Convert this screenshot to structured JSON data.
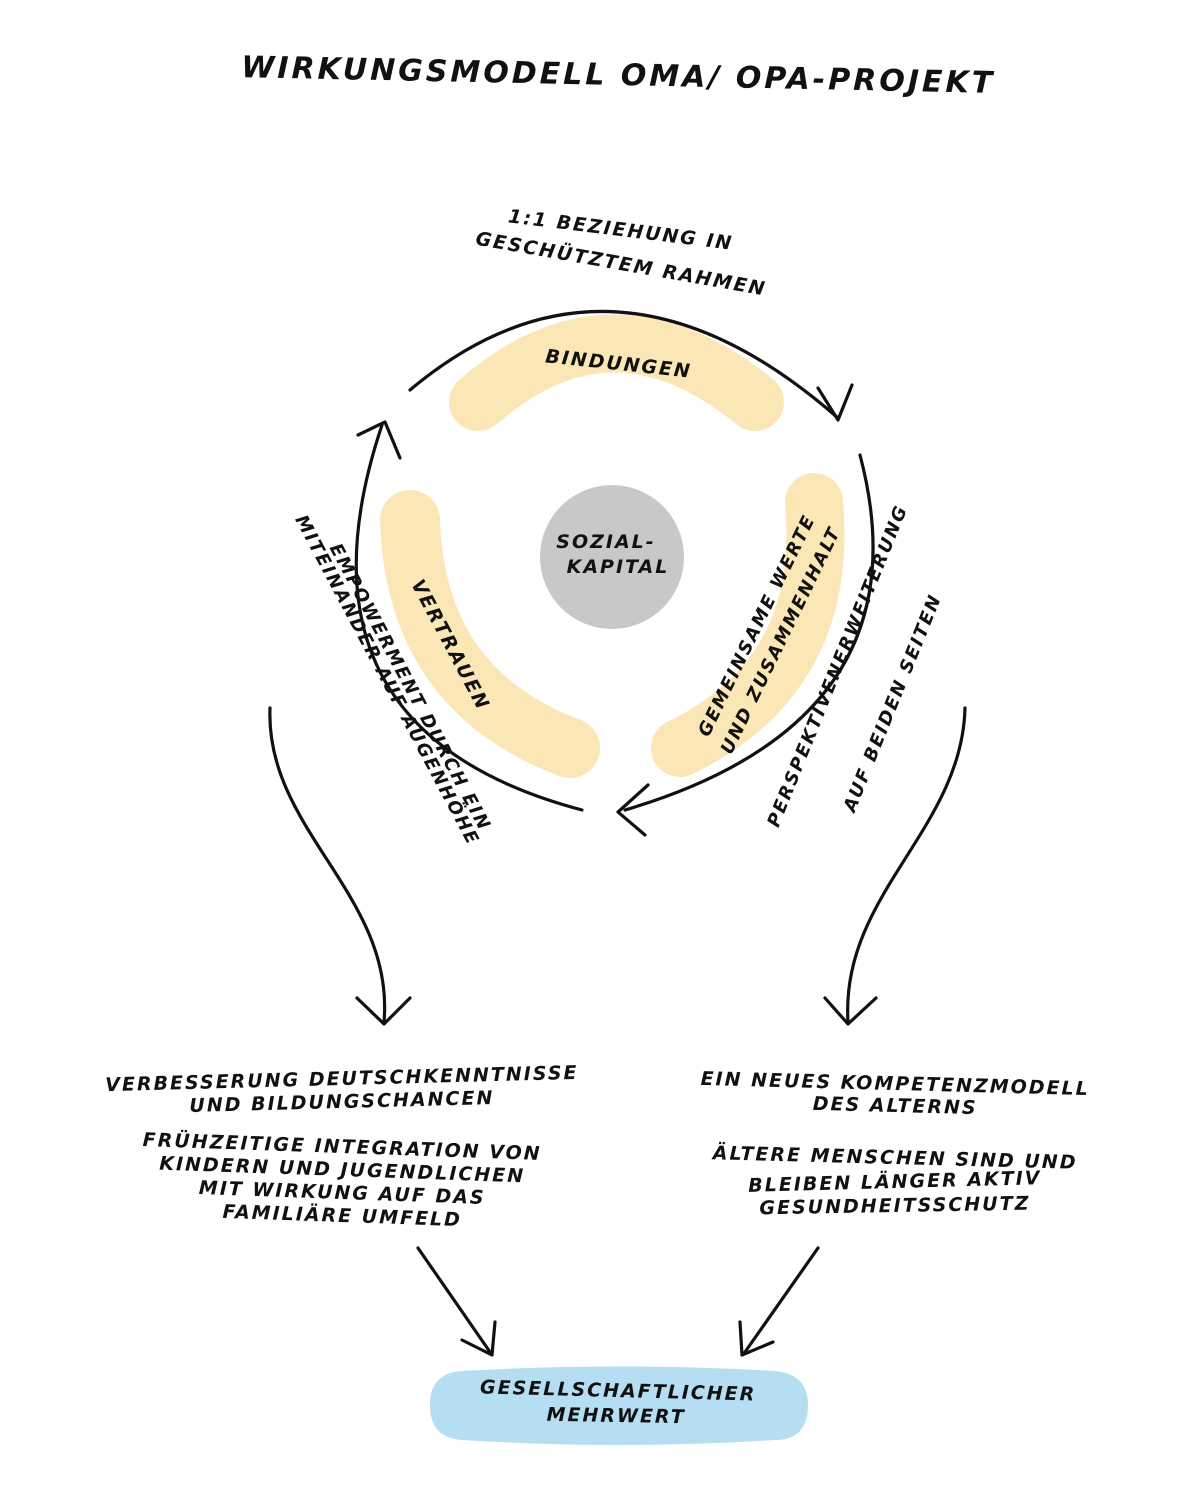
{
  "title": "WIRKUNGSMODELL OMA/ OPA-PROJEKT",
  "colors": {
    "ink": "#111111",
    "pillar_fill": "#fbe7b6",
    "center_fill": "#c8c8c9",
    "result_fill": "#b6def3"
  },
  "center": {
    "line1": "SOZIAL-",
    "line2": "KAPITAL"
  },
  "pillars": {
    "bindungen": "BINDUNGEN",
    "vertrauen": "VERTRAUEN",
    "werte_line1": "GEMEINSAME WERTE",
    "werte_line2": "UND ZUSAMMENHALT"
  },
  "cycle_labels": {
    "top_line1": "1:1 BEZIEHUNG IN",
    "top_line2": "GESCHÜTZTEM RAHMEN",
    "left_line1": "EMPOWERMENT DURCH EIN",
    "left_line2": "MITEINANDER AUF AUGENHÖHE",
    "right_line1": "PERSPEKTIVENERWEITERUNG",
    "right_line2": "AUF BEIDEN SEITEN"
  },
  "outcomes": {
    "left": {
      "heading_line1": "VERBESSERUNG DEUTSCHKENNTNISSE",
      "heading_line2": "UND BILDUNGSCHANCEN",
      "body_line1": "FRÜHZEITIGE INTEGRATION VON",
      "body_line2": "KINDERN UND JUGENDLICHEN",
      "body_line3": "MIT WIRKUNG AUF DAS",
      "body_line4": "FAMILIÄRE UMFELD"
    },
    "right": {
      "heading_line1": "EIN NEUES KOMPETENZMODELL",
      "heading_line2": "DES ALTERNS",
      "body_line1": "ÄLTERE MENSCHEN SIND UND",
      "body_line2": "BLEIBEN LÄNGER AKTIV",
      "body_line3": "GESUNDHEITSSCHUTZ"
    }
  },
  "result": {
    "line1": "GESELLSCHAFTLICHER",
    "line2": "MEHRWERT"
  }
}
